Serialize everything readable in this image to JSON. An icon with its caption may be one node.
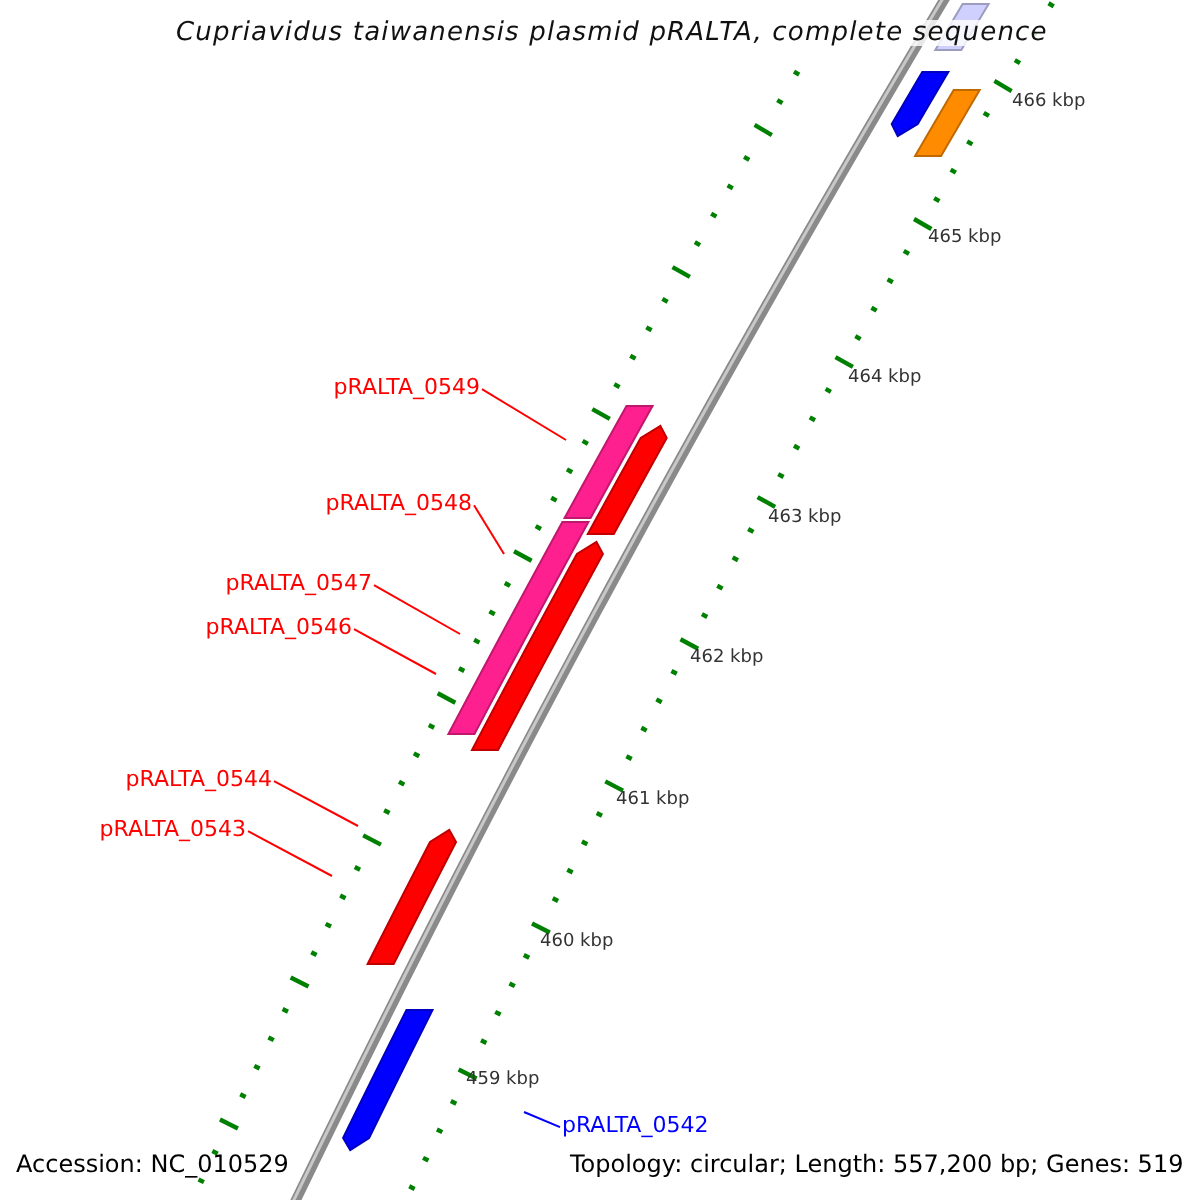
{
  "diagram": {
    "title": "Cupriavidus taiwanensis plasmid pRALTA, complete sequence",
    "nodes": [
      {
        "text": [
          "pRALTA_0549"
        ]
      },
      {
        "text": [
          "pRALTA_0548"
        ]
      },
      {
        "text": [
          "pRALTA_0547"
        ]
      },
      {
        "text": [
          "pRALTA_0546"
        ]
      },
      {
        "text": [
          "pRALTA_0544"
        ]
      },
      {
        "text": [
          "pRALTA_0543"
        ]
      },
      {
        "text": [
          "pRALTA_0542"
        ]
      }
    ],
    "edges": [
      {
        "from": 0,
        "to": null,
        "arrow": "none"
      },
      {
        "from": 1,
        "to": null,
        "arrow": "none"
      },
      {
        "from": 2,
        "to": null,
        "arrow": "none"
      },
      {
        "from": 3,
        "to": null,
        "arrow": "none"
      },
      {
        "from": 4,
        "to": null,
        "arrow": "none"
      },
      {
        "from": 5,
        "to": null,
        "arrow": "none"
      },
      {
        "from": 6,
        "to": null,
        "arrow": "none",
        "color": "#0000ff"
      }
    ],
    "labels": [
      "466 kbp",
      "465 kbp",
      "464 kbp",
      "463 kbp",
      "462 kbp",
      "461 kbp",
      "460 kbp",
      "459 kbp",
      "Accession: NC_010529",
      "Topology: circular; Length: 557,200 bp; Genes: 519"
    ]
  }
}
